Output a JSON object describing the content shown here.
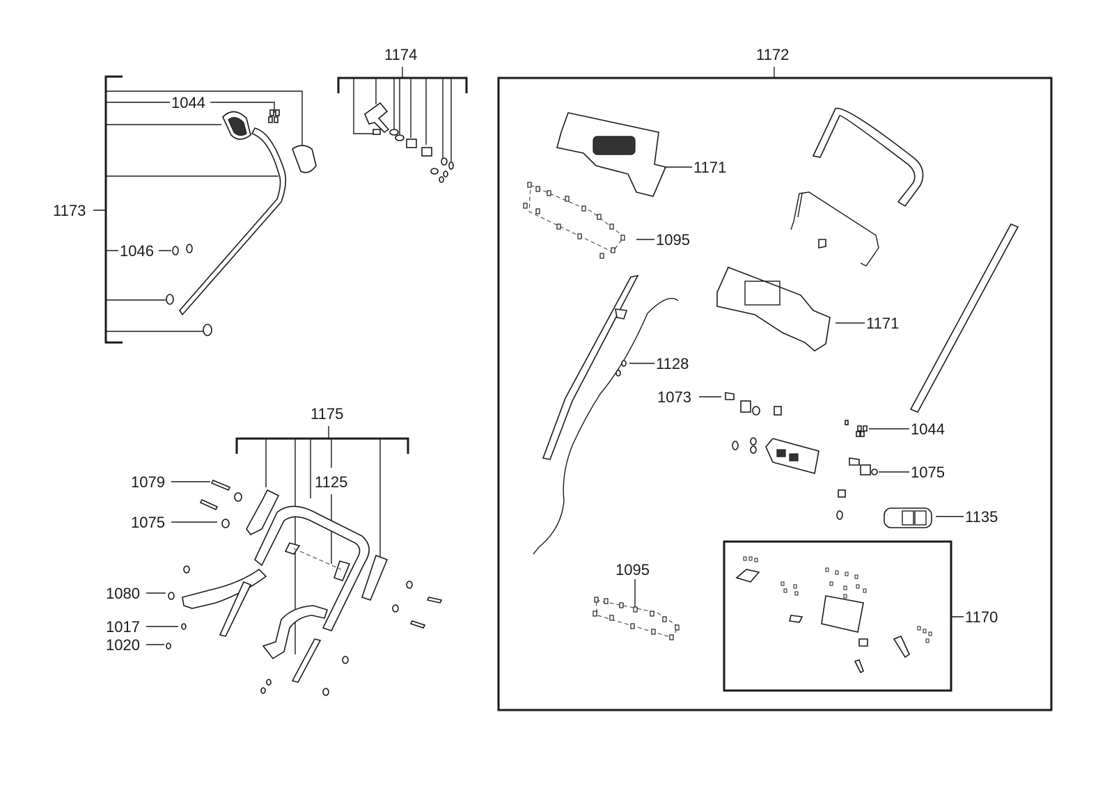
{
  "diagram": {
    "groups": {
      "g1173": "1173",
      "g1174": "1174",
      "g1172": "1172",
      "g1175": "1175"
    },
    "labels": {
      "l1044_top": "1044",
      "l1046": "1046",
      "l1171_a": "1171",
      "l1095_a": "1095",
      "l1171_b": "1171",
      "l1128": "1128",
      "l1073": "1073",
      "l1044_right": "1044",
      "l1075_right": "1075",
      "l1135": "1135",
      "l1095_b": "1095",
      "l1170": "1170",
      "l1079": "1079",
      "l1125": "1125",
      "l1075_left": "1075",
      "l1080": "1080",
      "l1017": "1017",
      "l1020": "1020"
    }
  }
}
